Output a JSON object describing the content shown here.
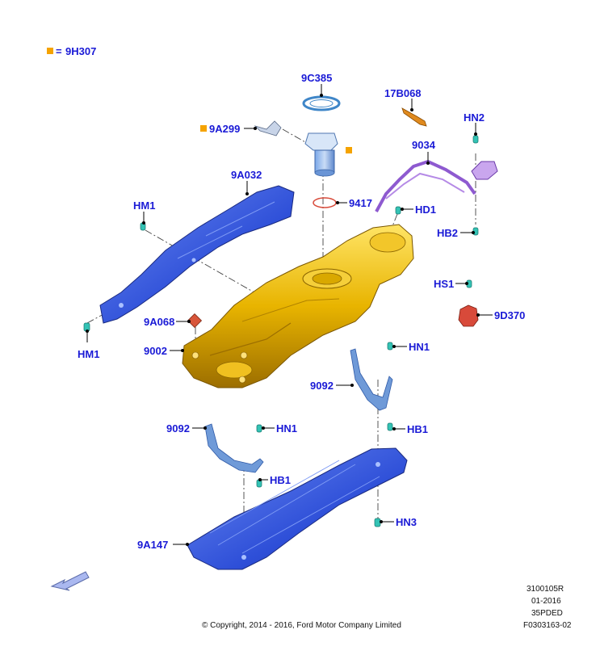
{
  "legend": {
    "symbol": "=",
    "part": "9H307"
  },
  "callouts": {
    "c_9C385": "9C385",
    "c_17B068": "17B068",
    "c_HN2": "HN2",
    "c_9A299": "9A299",
    "c_9034": "9034",
    "c_9A032": "9A032",
    "c_9417": "9417",
    "c_HD1": "HD1",
    "c_HM1_top": "HM1",
    "c_HB2": "HB2",
    "c_HS1": "HS1",
    "c_9D370": "9D370",
    "c_9A068": "9A068",
    "c_9002": "9002",
    "c_HM1_bottom": "HM1",
    "c_HN1_right": "HN1",
    "c_9092_right": "9092",
    "c_HB1_right": "HB1",
    "c_9092_left": "9092",
    "c_HN1_left": "HN1",
    "c_HB1_left": "HB1",
    "c_HN3": "HN3",
    "c_9A147": "9A147"
  },
  "footer": {
    "copyright": "© Copyright, 2014 - 2016, Ford Motor Company Limited",
    "code1": "3100105R",
    "date": "01-2016",
    "code2": "35PDED",
    "figure": "F0303163-02"
  },
  "colors": {
    "label_blue": "#1a1ad6",
    "legend_orange": "#f5a300",
    "tank_gold": "#e8b400",
    "shield_blue": "#2e4fd8",
    "strap_blue": "#6f9ad8",
    "clip_teal": "#34c3b5",
    "filler_purple": "#8e5ad0",
    "seal_red": "#d84a3a"
  }
}
